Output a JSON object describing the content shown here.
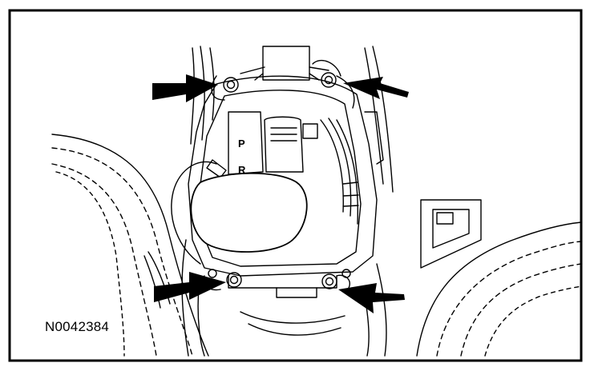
{
  "figure": {
    "reference_code": "N0042384",
    "shifter_gate_letters": [
      "P",
      "R"
    ],
    "callouts": [
      {
        "name": "arrow-upper-left",
        "points_to": "bolt-upper-left"
      },
      {
        "name": "arrow-upper-right",
        "points_to": "bolt-upper-right"
      },
      {
        "name": "arrow-lower-left",
        "points_to": "bolt-lower-left"
      },
      {
        "name": "arrow-lower-right",
        "points_to": "bolt-lower-right"
      }
    ],
    "colors": {
      "line": "#000000",
      "background": "#ffffff"
    }
  }
}
